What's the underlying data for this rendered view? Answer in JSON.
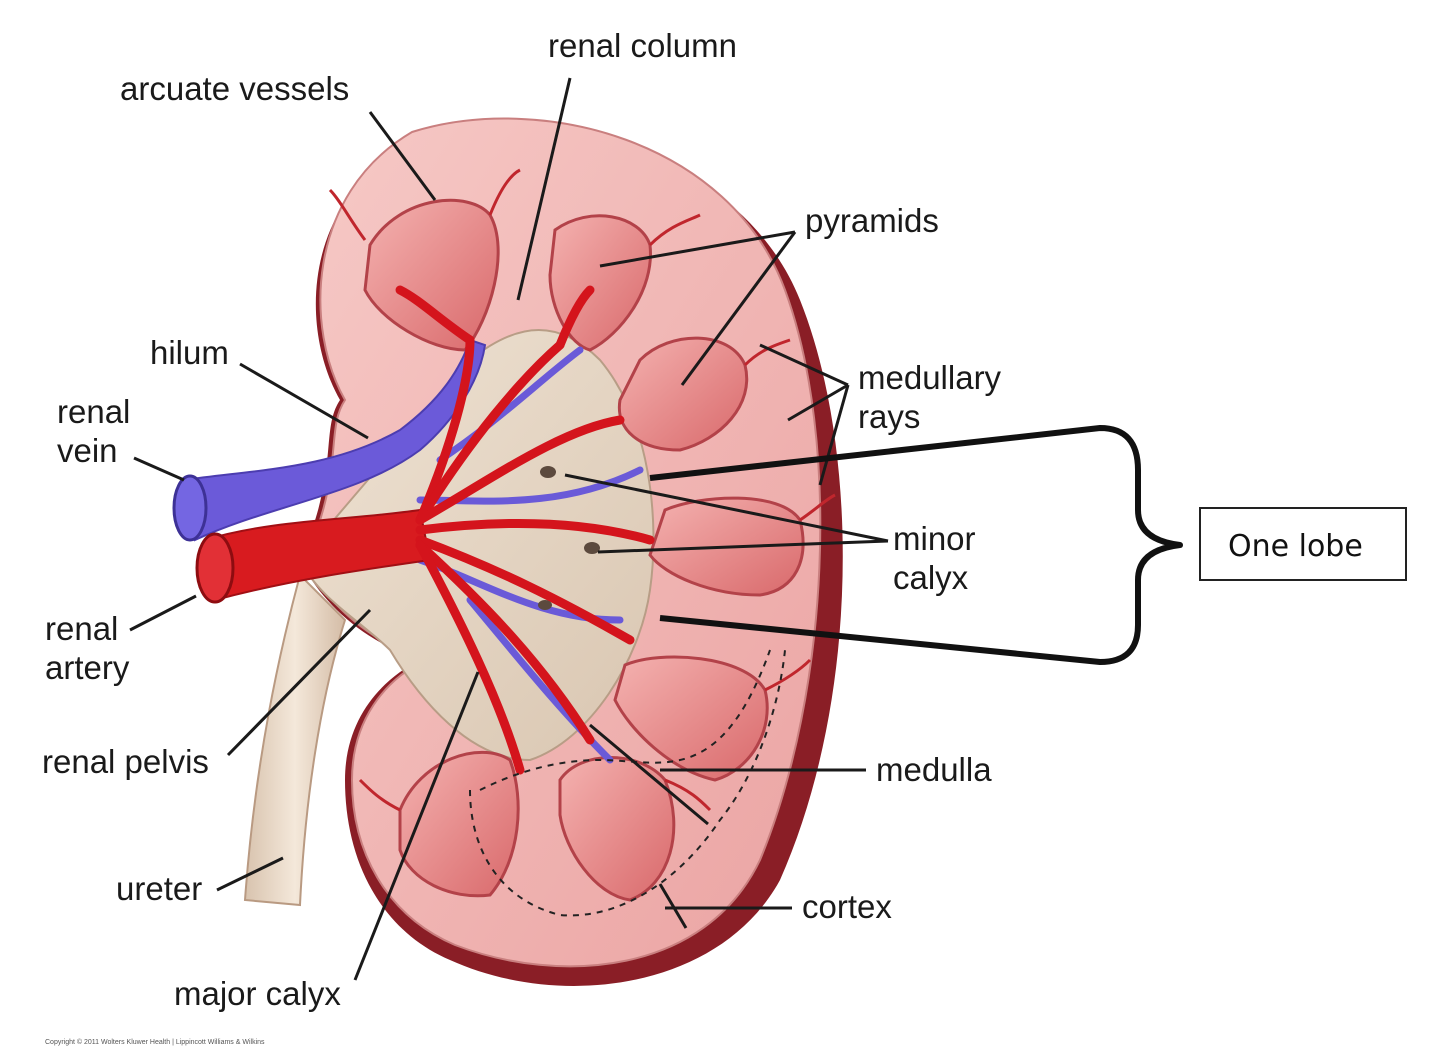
{
  "labels": {
    "renal_column": "renal column",
    "arcuate_vessels": "arcuate vessels",
    "pyramids": "pyramids",
    "hilum": "hilum",
    "renal_vein_1": "renal",
    "renal_vein_2": "vein",
    "medullary_rays_1": "medullary",
    "medullary_rays_2": "rays",
    "minor_calyx_1": "minor",
    "minor_calyx_2": "calyx",
    "renal_artery_1": "renal",
    "renal_artery_2": "artery",
    "renal_pelvis": "renal pelvis",
    "medulla": "medulla",
    "ureter": "ureter",
    "cortex": "cortex",
    "major_calyx": "major calyx"
  },
  "lobe_box": {
    "label": "One lobe"
  },
  "copyright": "Copyright © 2011 Wolters Kluwer Health | Lippincott Williams & Wilkins",
  "colors": {
    "cortex": "#f0b6b4",
    "capsule": "#7a1c22",
    "pyramid": "#e58e8e",
    "artery": "#d4141c",
    "vein": "#6a5ad8",
    "pelvis": "#e9dccb",
    "ureter": "#eedfd0"
  }
}
